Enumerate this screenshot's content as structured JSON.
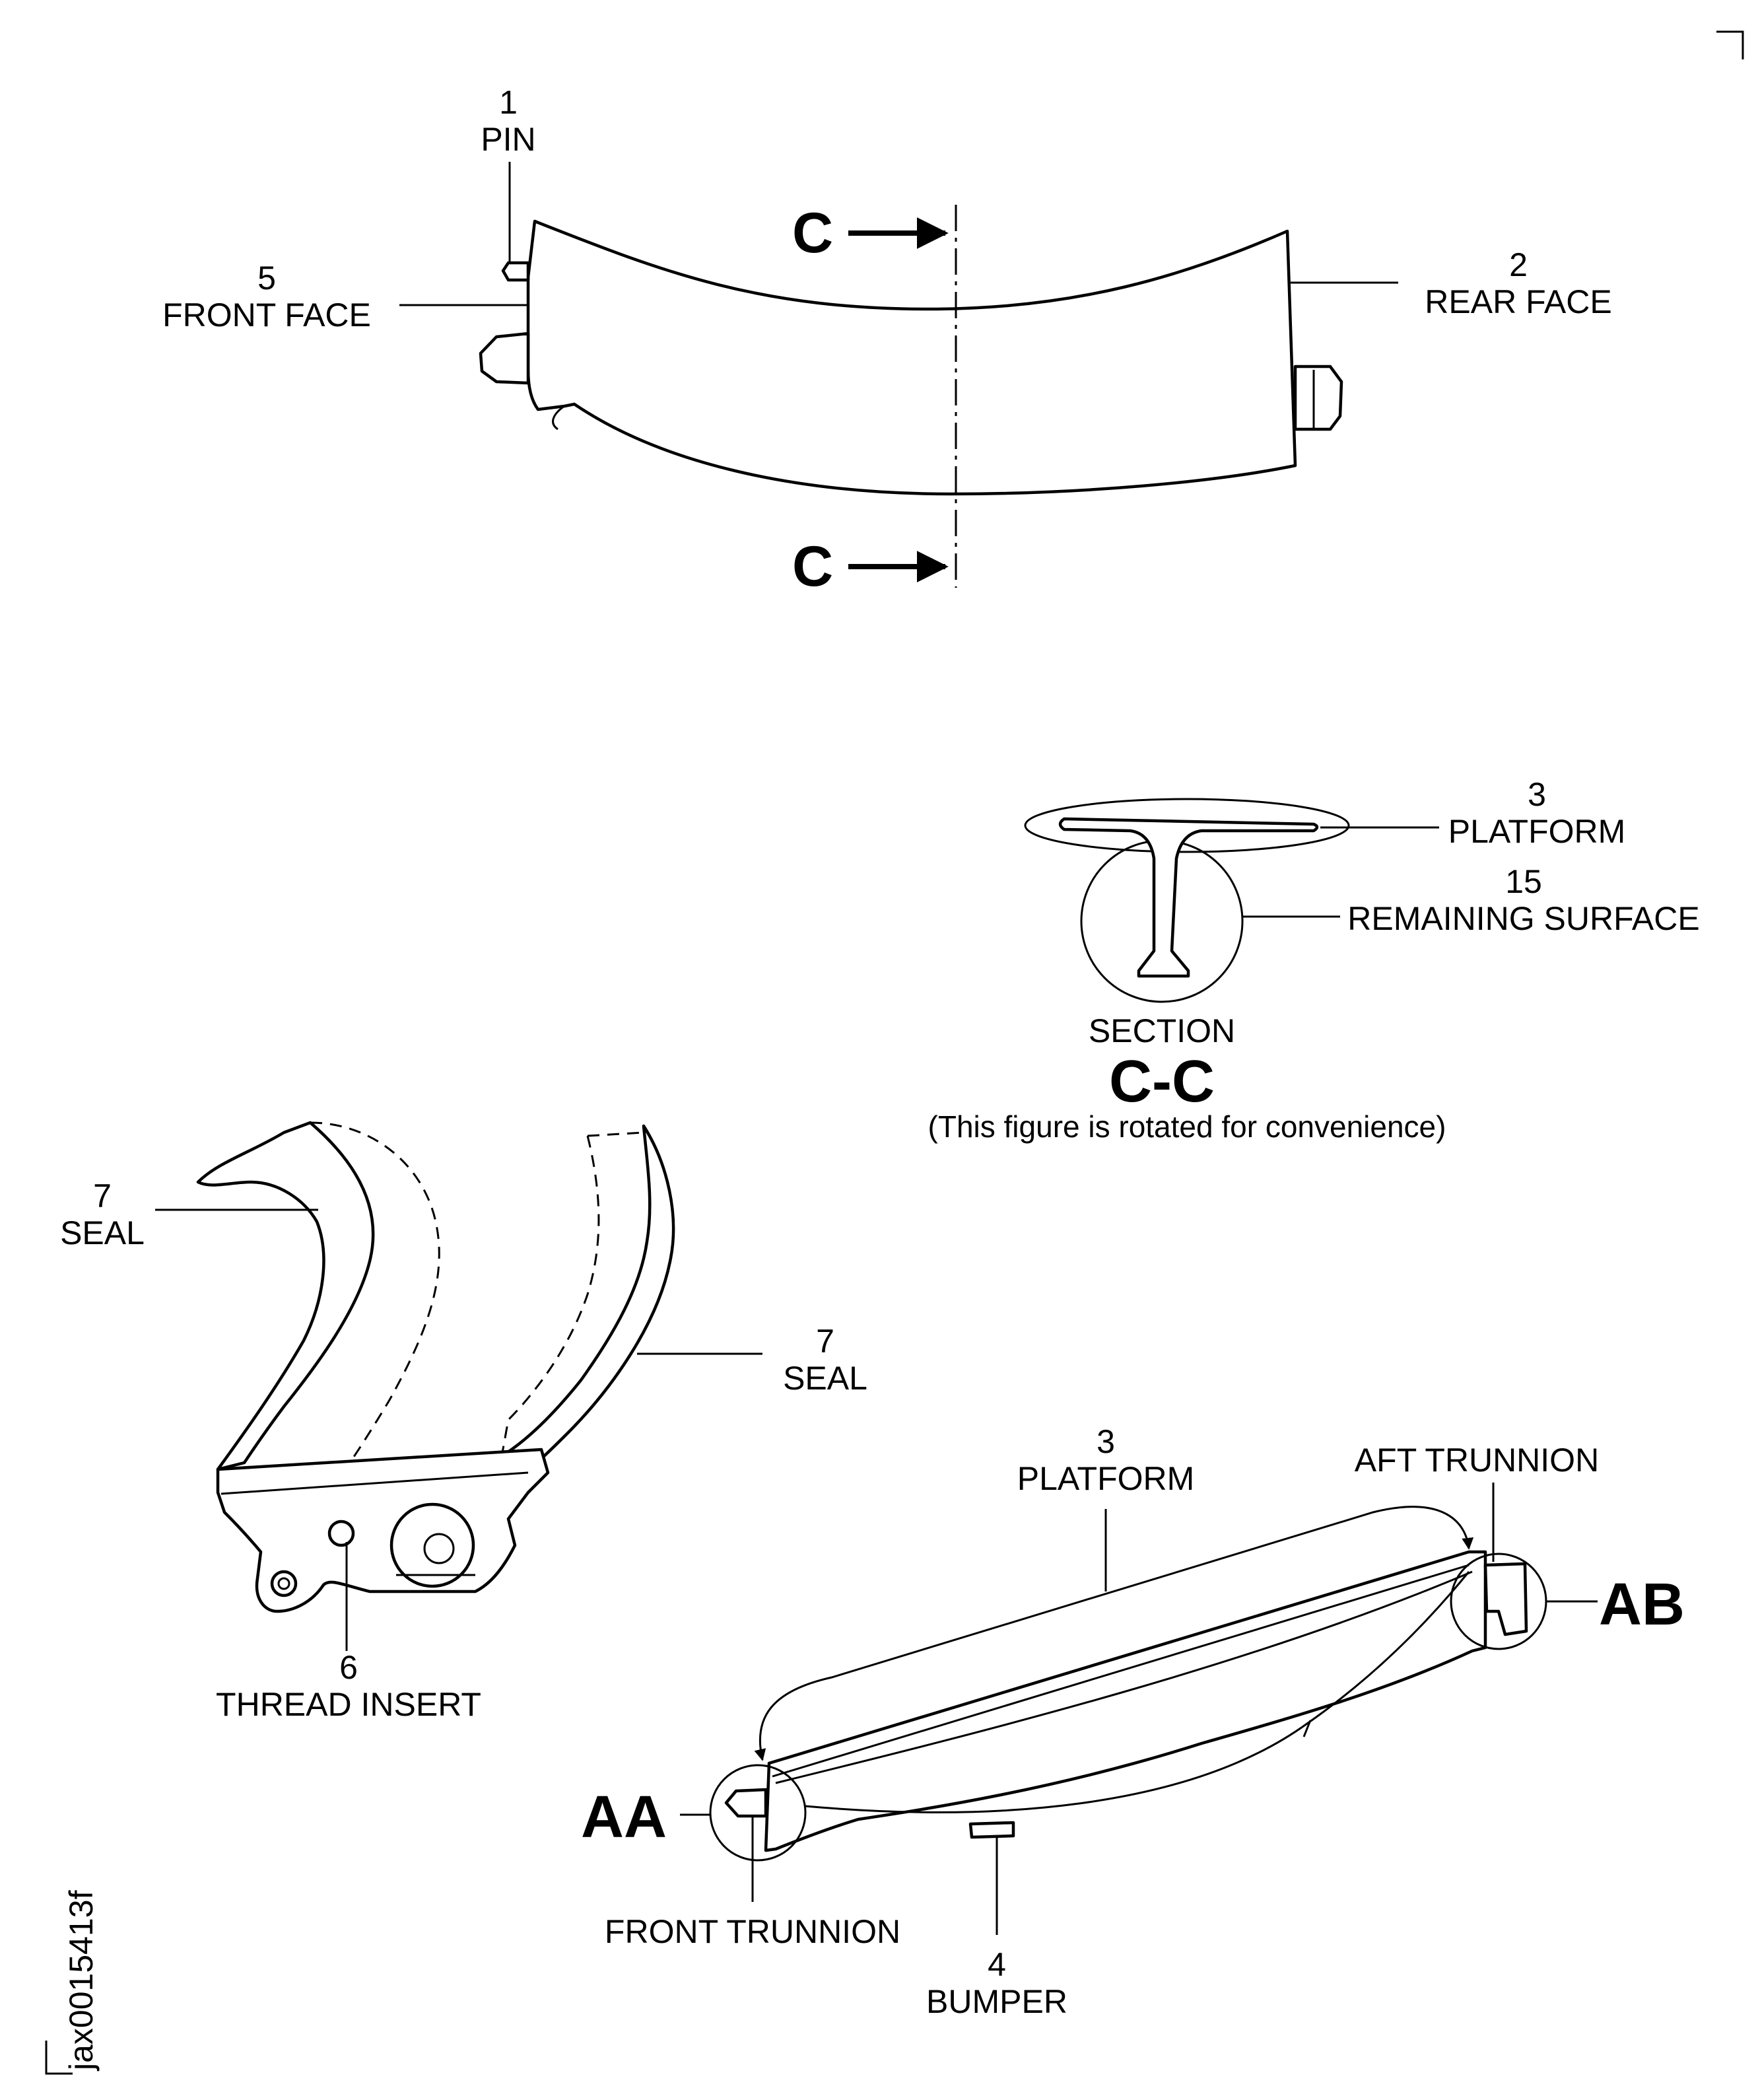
{
  "callouts": {
    "pin": {
      "num": "1",
      "name": "PIN"
    },
    "rear_face": {
      "num": "2",
      "name": "REAR FACE"
    },
    "front_face": {
      "num": "5",
      "name": "FRONT FACE"
    },
    "platform_section": {
      "num": "3",
      "name": "PLATFORM"
    },
    "remaining_surface": {
      "num": "15",
      "name": "REMAINING SURFACE"
    },
    "seal_left": {
      "num": "7",
      "name": "SEAL"
    },
    "seal_right": {
      "num": "7",
      "name": "SEAL"
    },
    "thread_insert": {
      "num": "6",
      "name": "THREAD INSERT"
    },
    "platform_iso": {
      "num": "3",
      "name": "PLATFORM"
    },
    "aft_trunnion": {
      "name": "AFT TRUNNION"
    },
    "front_trunnion": {
      "name": "FRONT TRUNNION"
    },
    "bumper": {
      "num": "4",
      "name": "BUMPER"
    }
  },
  "section_markers": {
    "top": "C",
    "bottom": "C"
  },
  "section": {
    "heading": "SECTION",
    "id": "C-C",
    "note": "(This figure is rotated for convenience)"
  },
  "detail_markers": {
    "aa": "AA",
    "ab": "AB"
  },
  "figure_id": "jax0015413f"
}
